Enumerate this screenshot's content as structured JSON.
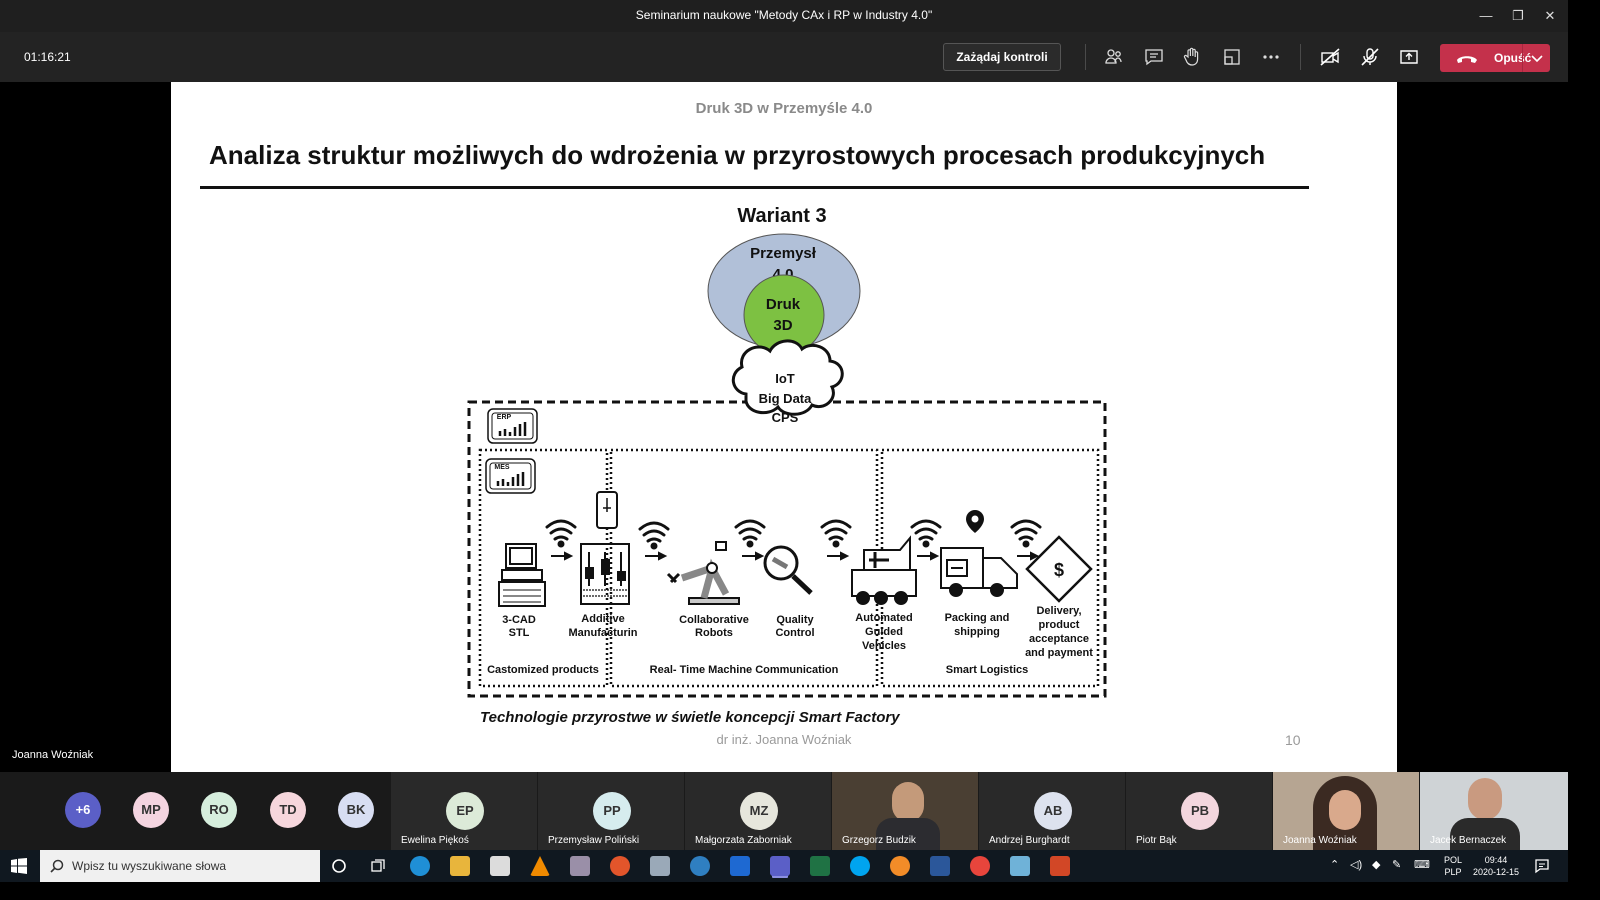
{
  "window": {
    "title": "Seminarium naukowe \"Metody CAx i RP w Industry 4.0\""
  },
  "toolbar": {
    "timer": "01:16:21",
    "request_control": "Zażądaj kontroli",
    "leave": "Opuść",
    "icons": [
      "participants-icon",
      "chat-icon",
      "raise-hand-icon",
      "layout-icon",
      "more-icon",
      "camera-off-icon",
      "mic-off-icon",
      "share-icon"
    ]
  },
  "slide": {
    "header": "Druk 3D w Przemyśle 4.0",
    "title": "Analiza struktur możliwych do wdrożenia w przyrostowych procesach produkcyjnych",
    "variant": "Wariant 3",
    "outer_circle": [
      "Przemysł",
      "4.0"
    ],
    "inner_circle": [
      "Druk",
      "3D"
    ],
    "cloud": [
      "IoT",
      "Big Data",
      "CPS"
    ],
    "erp": "ERP",
    "mes": "MES",
    "stages": [
      {
        "lines": [
          "3-CAD",
          "STL"
        ]
      },
      {
        "lines": [
          "Additive",
          "Manufacturin"
        ]
      },
      {
        "lines": [
          "Collaborative",
          "Robots"
        ]
      },
      {
        "lines": [
          "Quality",
          "Control"
        ]
      },
      {
        "lines": [
          "Automated",
          "Guided",
          "Vehicles"
        ]
      },
      {
        "lines": [
          "Packing and",
          "shipping"
        ]
      },
      {
        "lines": [
          "Delivery,",
          "product",
          "acceptance",
          "and payment"
        ]
      }
    ],
    "sections": [
      "Castomized products",
      "Real- Time Machine Communication",
      "Smart Logistics"
    ],
    "caption": "Technologie przyrostwe w świetle koncepcji Smart Factory",
    "author": "dr inż. Joanna Woźniak",
    "page": "10"
  },
  "presenter_name": "Joanna Woźniak",
  "participants": {
    "more": "+6",
    "avatars": [
      {
        "initials": "MP",
        "color": "#f4d4e0"
      },
      {
        "initials": "RO",
        "color": "#d6eedd"
      },
      {
        "initials": "TD",
        "color": "#f6d6dc"
      },
      {
        "initials": "BK",
        "color": "#d8def2"
      }
    ],
    "tiles": [
      {
        "initials": "EP",
        "name": "Ewelina Piękoś",
        "color": "#dcead8"
      },
      {
        "initials": "PP",
        "name": "Przemysław Poliński",
        "color": "#d6ecee"
      },
      {
        "initials": "MZ",
        "name": "Małgorzata Zaborniak",
        "color": "#e6e6dc"
      },
      {
        "initials": "",
        "name": "Grzegorz Budzik",
        "color": ""
      },
      {
        "initials": "AB",
        "name": "Andrzej Burghardt",
        "color": "#dde2ee"
      },
      {
        "initials": "PB",
        "name": "Piotr Bąk",
        "color": "#f3d6de"
      },
      {
        "initials": "",
        "name": "Joanna Woźniak",
        "color": ""
      },
      {
        "initials": "",
        "name": "Jacek Bernaczek",
        "color": ""
      }
    ]
  },
  "taskbar": {
    "search_placeholder": "Wpisz tu wyszukiwane słowa",
    "lang": "POL",
    "layout": "PLP",
    "time": "09:44",
    "date": "2020-12-15"
  }
}
